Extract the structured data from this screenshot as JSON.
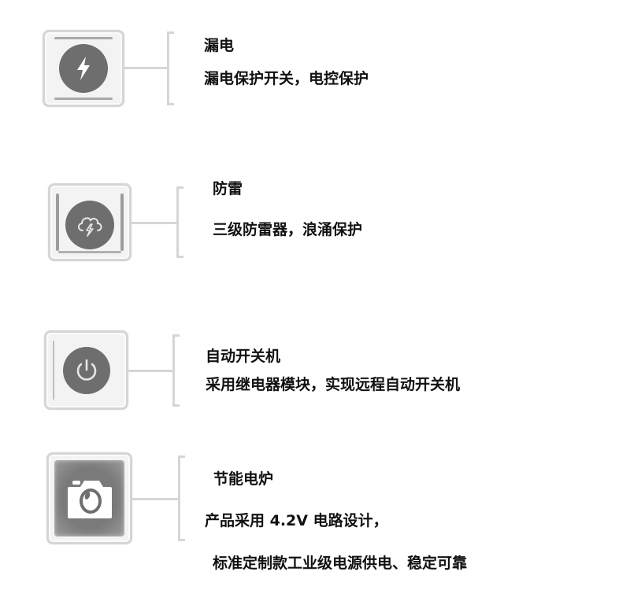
{
  "features": [
    {
      "id": "leakage",
      "icon": "lightning-bolt-icon",
      "title": "漏电",
      "descriptions": [
        "漏电保护开关，电控保护"
      ]
    },
    {
      "id": "lightning-protection",
      "icon": "cloud-lightning-icon",
      "title": "防雷",
      "descriptions": [
        "三级防雷器，浪涌保护"
      ]
    },
    {
      "id": "auto-power",
      "icon": "power-icon",
      "title": "自动开关机",
      "descriptions": [
        "采用继电器模块，实现远程自动开关机"
      ]
    },
    {
      "id": "energy-saving",
      "icon": "camera-icon",
      "title": "节能电炉",
      "descriptions": [
        "产品采用 4.2V 电路设计，",
        "标准定制款工业级电源供电、稳定可靠"
      ]
    }
  ],
  "colors": {
    "icon_circle": "#6e6e6e",
    "frame_border": "#d6d6d6",
    "frame_fill": "#f3f3f3",
    "text": "#111111"
  }
}
